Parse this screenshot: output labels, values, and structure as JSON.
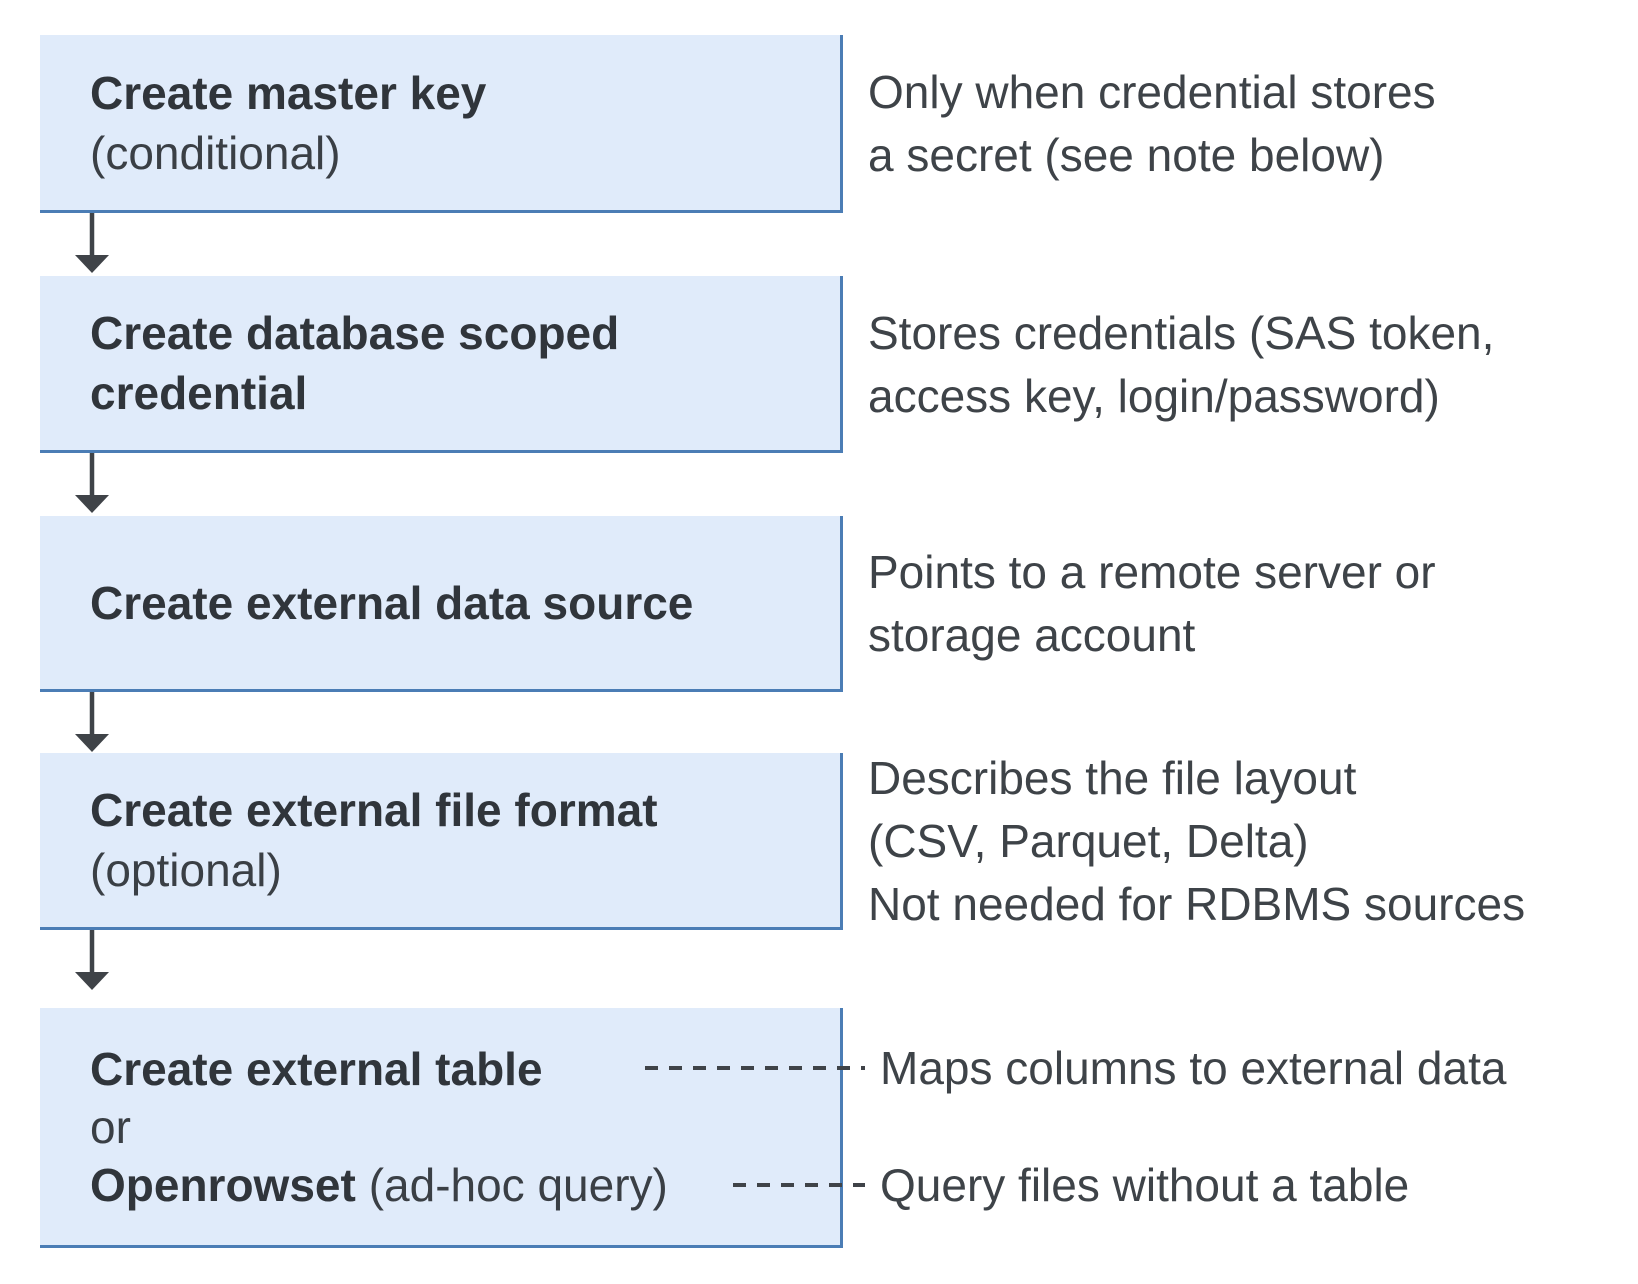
{
  "colors": {
    "box_fill": "#e0ebfa",
    "box_border": "#4b7db5",
    "arrow_and_dash": "#3f4348",
    "title_text": "#30353b",
    "body_text": "#3e4348"
  },
  "boxes": [
    {
      "title": "Create master key",
      "subtitle": "(conditional)"
    },
    {
      "title_line1": "Create database scoped",
      "title_line2": "credential"
    },
    {
      "title": "Create external data source"
    },
    {
      "title": "Create external file format",
      "subtitle": "(optional)"
    },
    {
      "title": "Create external table",
      "conjunction": "or",
      "alt_title": "Openrowset",
      "alt_suffix": "(ad-hoc query)"
    }
  ],
  "annotations": [
    {
      "line1": "Only when credential stores",
      "line2": "a secret (see note below)"
    },
    {
      "line1": "Stores credentials (SAS token,",
      "line2": "access key, login/password)"
    },
    {
      "line1": "Points to a remote server or",
      "line2": "storage account"
    },
    {
      "line1": "Describes the file layout",
      "line2": "(CSV, Parquet, Delta)",
      "line3": "Not needed for RDBMS sources"
    },
    {
      "text": "Maps columns to external data"
    },
    {
      "text": "Query files without a table"
    }
  ]
}
